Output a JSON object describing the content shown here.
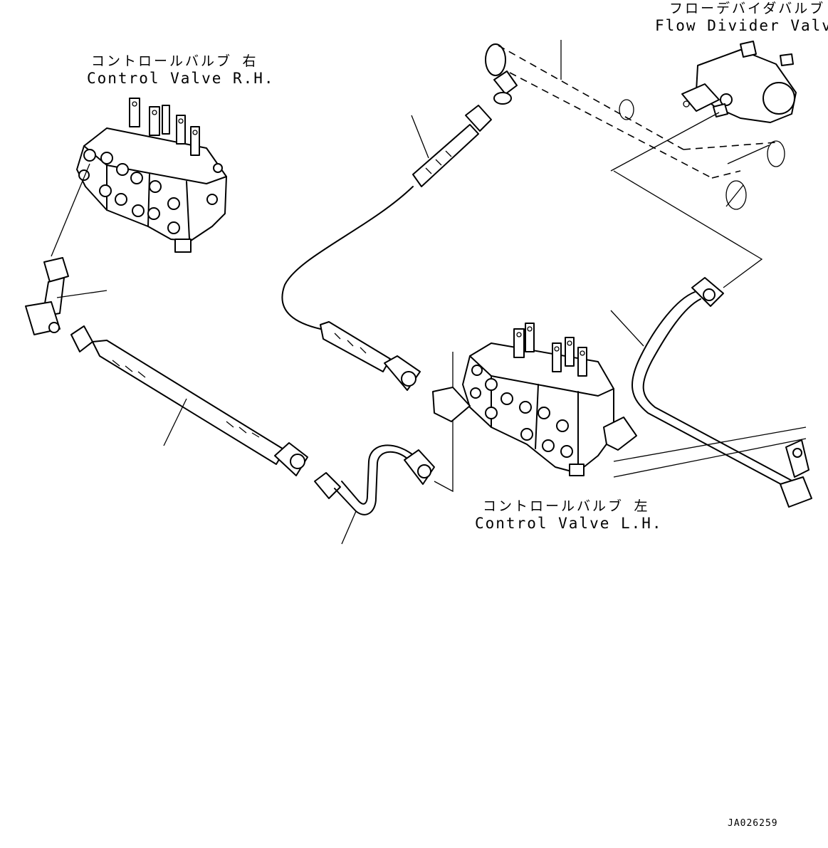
{
  "labels": {
    "control_valve_rh_jp": "コントロールバルブ 右",
    "control_valve_rh_en": "Control Valve R.H.",
    "flow_divider_jp": "フローデバイダバルブ",
    "flow_divider_en": "Flow Divider Valve",
    "control_valve_lh_jp": "コントロールバルブ 左",
    "control_valve_lh_en": "Control Valve L.H."
  },
  "drawing_code": "JA026259"
}
